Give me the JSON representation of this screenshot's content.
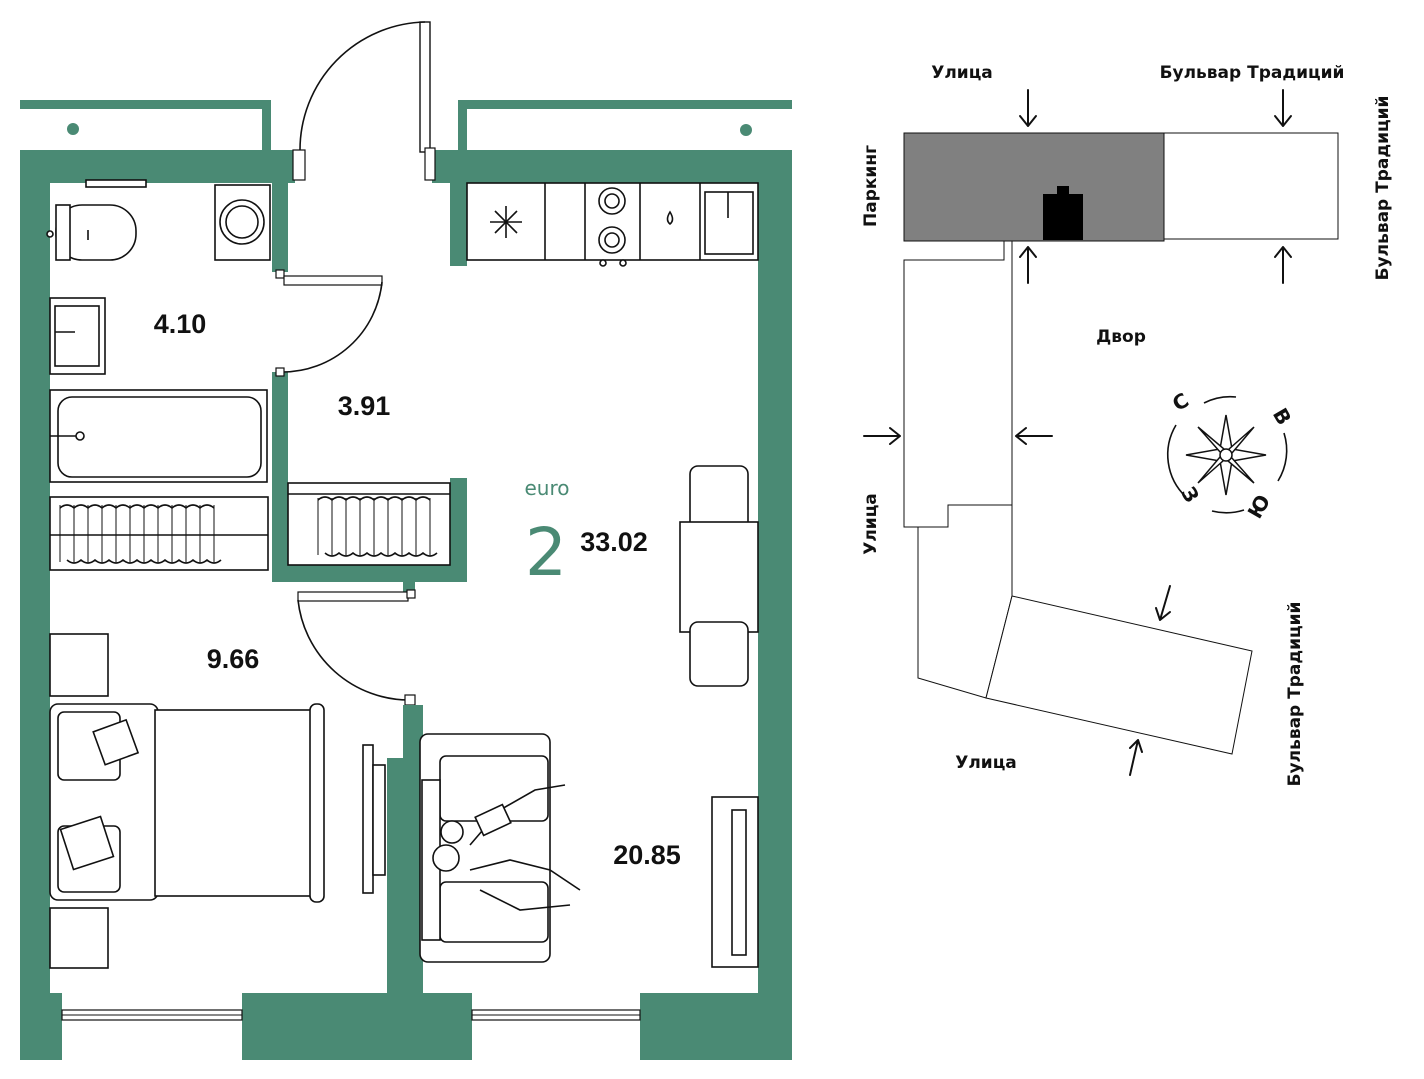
{
  "plan": {
    "euro_label": "euro",
    "rooms_count": "2",
    "total_area": "33.02",
    "rooms": [
      {
        "id": "bathroom",
        "area": "4.10"
      },
      {
        "id": "hallway",
        "area": "3.91"
      },
      {
        "id": "bedroom",
        "area": "9.66"
      },
      {
        "id": "living-kitchen",
        "area": "20.85"
      }
    ]
  },
  "site_map": {
    "labels": {
      "street_top": "Улица",
      "boulevard_top": "Бульвар Традиций",
      "boulevard_right": "Бульвар Традиций",
      "parking": "Паркинг",
      "yard": "Двор",
      "street_left": "Улица",
      "street_bottom": "Улица",
      "boulevard_bottom_right": "Бульвар Традиций"
    },
    "compass": {
      "north": "С",
      "east": "В",
      "south": "Ю",
      "west": "З"
    },
    "colors": {
      "parking": "#808080",
      "highlight": "#000000"
    }
  },
  "colors": {
    "wall": "#4a8a74",
    "accent": "#4a8a74"
  }
}
